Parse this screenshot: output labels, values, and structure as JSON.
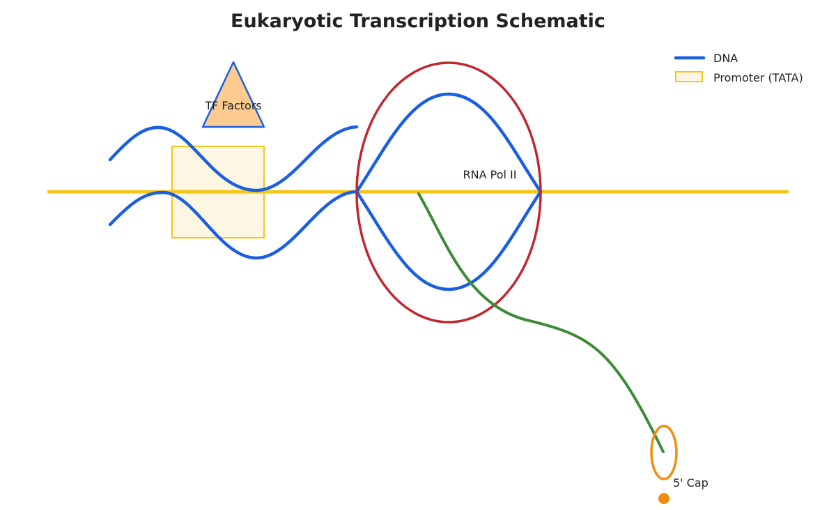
{
  "title": "Eukaryotic Transcription Schematic",
  "legend": {
    "dna_label": "DNA",
    "promoter_label": "Promoter (TATA)"
  },
  "labels": {
    "tf_factors": "TF Factors",
    "rna_pol": "RNA Pol II",
    "cap": "5' Cap"
  },
  "colors": {
    "dna": "#1a5fe0",
    "axis": "#f5c518",
    "promoter_fill": "#fdf6e3",
    "promoter_stroke": "#f5c518",
    "tf_fill": "#fccb8f",
    "tf_stroke": "#1a5fe0",
    "polymerase": "#c0282f",
    "mrna": "#3d8b37",
    "cap": "#f28c0f",
    "text": "#222222"
  }
}
